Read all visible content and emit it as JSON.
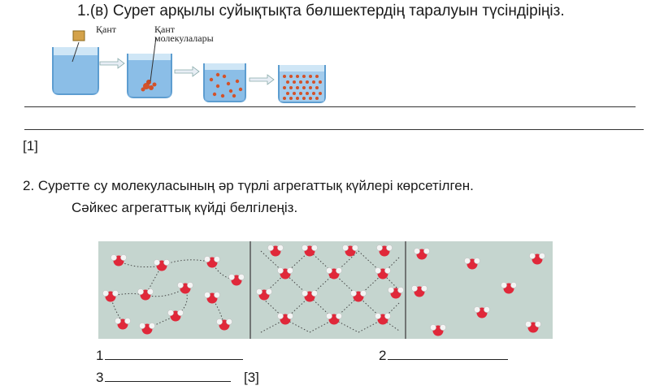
{
  "question1": {
    "title": "1.(в) Сурет арқылы суйықтықта бөлшектердің таралуын түсіндіріңіз.",
    "label_sugar": "Қант",
    "label_molecules_line1": "Қант",
    "label_molecules_line2": "молекулалары",
    "mark": "[1]"
  },
  "question2": {
    "line1": "2. Суретте су молекуласының әр түрлі агрегаттық күйлері көрсетілген.",
    "line2": "Сәйкес агрегаттық күйді белгілеңіз.",
    "blank1_number": "1",
    "blank2_number": "2",
    "blank3_number": "3",
    "mark": "[3]"
  },
  "colors": {
    "panel_bg": "#c5d5cf",
    "oxygen": "#e0283a",
    "hydrogen": "#f2f2f2",
    "beaker": "#7fb6e4",
    "bond": "#444444"
  }
}
